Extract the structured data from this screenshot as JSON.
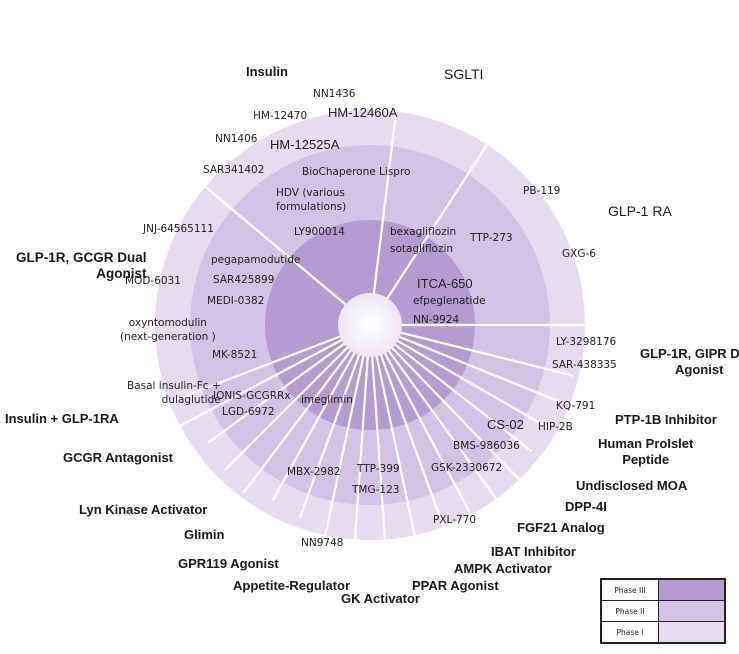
{
  "diagram": {
    "type": "pipeline-wheel",
    "phases": [
      {
        "name": "Phase III",
        "color": "#b49bd0"
      },
      {
        "name": "Phase II",
        "color": "#d2c3e4"
      },
      {
        "name": "Phase I",
        "color": "#e6dcf0"
      }
    ],
    "hub_color": "#f3eff8",
    "spoke_color": "#ffffff"
  },
  "drug_classes": [
    {
      "id": "insulin",
      "label": "Insulin"
    },
    {
      "id": "sglti",
      "label": "SGLTI"
    },
    {
      "id": "glp1ra",
      "label": "GLP-1 RA"
    },
    {
      "id": "glp1r-gcgr",
      "label": "GLP-1R, GCGR Dual Agonist",
      "lines": [
        "GLP-1R, GCGR Dual",
        "Agonist"
      ]
    },
    {
      "id": "glp1r-gipr",
      "label": "GLP-1R, GIPR Dual Agonist",
      "lines": [
        "GLP-1R, GIPR Dual",
        "Agonist"
      ]
    },
    {
      "id": "insulin-glp1ra",
      "label": "Insulin + GLP-1RA"
    },
    {
      "id": "ptp1b",
      "label": "PTP-1B Inhibitor"
    },
    {
      "id": "human-proislet",
      "label": "Human ProIslet Peptide",
      "lines": [
        "Human ProIslet",
        "Peptide"
      ]
    },
    {
      "id": "gcgr-antagonist",
      "label": "GCGR Antagonist"
    },
    {
      "id": "undisclosed",
      "label": "Undisclosed  MOA"
    },
    {
      "id": "dpp4i",
      "label": "DPP-4I"
    },
    {
      "id": "lyn-kinase",
      "label": "Lyn Kinase Activator"
    },
    {
      "id": "fgf21",
      "label": "FGF21 Analog"
    },
    {
      "id": "glimin",
      "label": "Glimin"
    },
    {
      "id": "ibat",
      "label": "IBAT Inhibitor"
    },
    {
      "id": "gpr119",
      "label": "GPR119 Agonist"
    },
    {
      "id": "ampk",
      "label": "AMPK Activator"
    },
    {
      "id": "appetite",
      "label": "Appetite-Regulator"
    },
    {
      "id": "ppar",
      "label": "PPAR Agonist"
    },
    {
      "id": "gk",
      "label": "GK Activator"
    }
  ],
  "drugs": [
    {
      "name": "NN1436",
      "class": "insulin",
      "phase": "Phase I"
    },
    {
      "name": "HM-12460A",
      "class": "insulin",
      "phase": "Phase I"
    },
    {
      "name": "HM-12470",
      "class": "insulin",
      "phase": "Phase I"
    },
    {
      "name": "NN1406",
      "class": "insulin",
      "phase": "Phase I"
    },
    {
      "name": "HM-12525A",
      "class": "insulin",
      "phase": "Phase I"
    },
    {
      "name": "SAR341402",
      "class": "insulin",
      "phase": "Phase I"
    },
    {
      "name": "BioChaperone Lispro",
      "class": "insulin",
      "phase": "Phase II"
    },
    {
      "name": "HDV (various formulations)",
      "class": "insulin",
      "phase": "Phase II",
      "lines": [
        "HDV (various",
        "formulations)"
      ]
    },
    {
      "name": "LY900014",
      "class": "insulin",
      "phase": "Phase III"
    },
    {
      "name": "bexagliflozin",
      "class": "sglti",
      "phase": "Phase III"
    },
    {
      "name": "sotagliflozin",
      "class": "sglti",
      "phase": "Phase III"
    },
    {
      "name": "TTP-273",
      "class": "glp1ra",
      "phase": "Phase II"
    },
    {
      "name": "PB-119",
      "class": "glp1ra",
      "phase": "Phase I"
    },
    {
      "name": "GXG-6",
      "class": "glp1ra",
      "phase": "Phase I"
    },
    {
      "name": "ITCA-650",
      "class": "glp1ra",
      "phase": "Phase III"
    },
    {
      "name": "efpeglenatide",
      "class": "glp1ra",
      "phase": "Phase III"
    },
    {
      "name": "NN-9924",
      "class": "glp1ra",
      "phase": "Phase III"
    },
    {
      "name": "JNJ-64565111",
      "class": "glp1r-gcgr",
      "phase": "Phase I"
    },
    {
      "name": "pegapamodutide",
      "class": "glp1r-gcgr",
      "phase": "Phase II"
    },
    {
      "name": "SAR425899",
      "class": "glp1r-gcgr",
      "phase": "Phase II"
    },
    {
      "name": "MOD-6031",
      "class": "glp1r-gcgr",
      "phase": "Phase I"
    },
    {
      "name": "MEDI-0382",
      "class": "glp1r-gcgr",
      "phase": "Phase II"
    },
    {
      "name": "oxyntomodulin (next-generation )",
      "class": "glp1r-gcgr",
      "phase": "Phase I",
      "lines": [
        "oxyntomodulin",
        "(next-generation )"
      ]
    },
    {
      "name": "MK-8521",
      "class": "glp1r-gcgr",
      "phase": "Phase II"
    },
    {
      "name": "LY-3298176",
      "class": "glp1r-gipr",
      "phase": "Phase I"
    },
    {
      "name": "SAR-438335",
      "class": "glp1r-gipr",
      "phase": "Phase I"
    },
    {
      "name": "Basal insulin-Fc + dulaglutide",
      "class": "insulin-glp1ra",
      "phase": "Phase I",
      "lines": [
        "Basal insulin-Fc +",
        "dulaglutide"
      ]
    },
    {
      "name": "IONIS-GCGRRx",
      "class": "gcgr-antagonist",
      "phase": "Phase II"
    },
    {
      "name": "LGD-6972",
      "class": "gcgr-antagonist",
      "phase": "Phase II"
    },
    {
      "name": "imeglimin",
      "class": "glimin",
      "phase": "Phase III"
    },
    {
      "name": "KQ-791",
      "class": "ptp1b",
      "phase": "Phase I"
    },
    {
      "name": "HIP-2B",
      "class": "human-proislet",
      "phase": "Phase I"
    },
    {
      "name": "CS-02",
      "class": "undisclosed",
      "phase": "Phase II"
    },
    {
      "name": "BMS-986036",
      "class": "fgf21",
      "phase": "Phase II"
    },
    {
      "name": "GSK-2330672",
      "class": "ibat",
      "phase": "Phase II"
    },
    {
      "name": "PXL-770",
      "class": "ampk",
      "phase": "Phase I"
    },
    {
      "name": "TTP-399",
      "class": "gk",
      "phase": "Phase II"
    },
    {
      "name": "TMG-123",
      "class": "gk",
      "phase": "Phase II"
    },
    {
      "name": "MBX-2982",
      "class": "gpr119",
      "phase": "Phase II"
    },
    {
      "name": "NN9748",
      "class": "appetite",
      "phase": "Phase I"
    }
  ],
  "legend": {
    "items": [
      "Phase III",
      "Phase II",
      "Phase I"
    ]
  }
}
